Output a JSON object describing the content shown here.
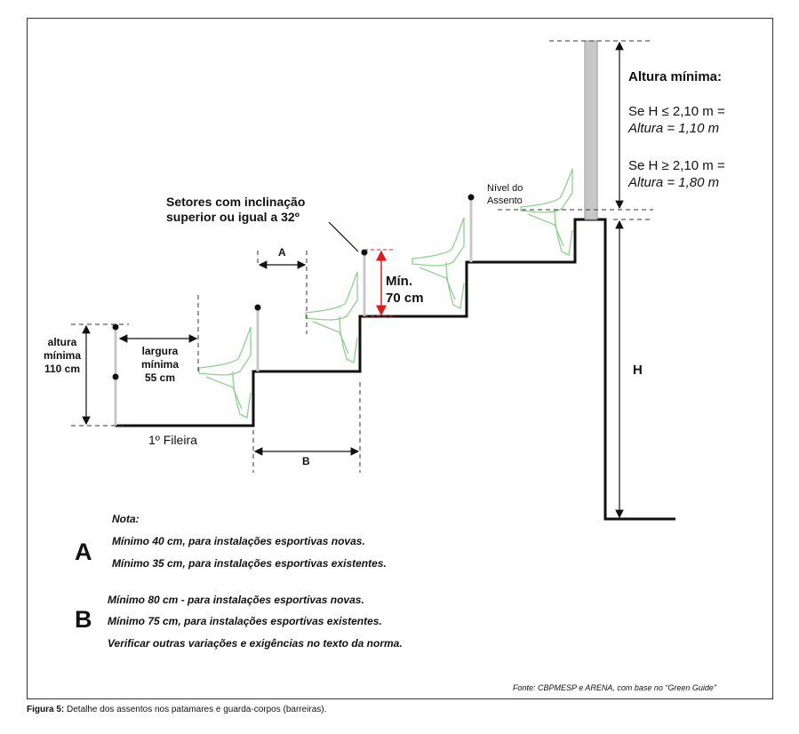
{
  "labels": {
    "altura_minima_heading": "Altura mínima:",
    "se_h_le": "Se H ≤ 2,10 m =",
    "altura_110": "Altura = 1,10 m",
    "se_h_ge": "Se H ≥ 2,10 m =",
    "altura_180": "Altura = 1,80 m",
    "nivel_line1": "Nível do",
    "nivel_line2": "Assento",
    "setores_line1": "Setores com inclinação",
    "setores_line2": "superior ou igual a 32º",
    "dim_a": "A",
    "min_line1": "Mín.",
    "min_line2": "70 cm",
    "altura_min_line1": "altura",
    "altura_min_line2": "mínima",
    "altura_min_line3": "110 cm",
    "largura_line1": "largura",
    "largura_line2": "mínima",
    "largura_line3": "55 cm",
    "h_label": "H",
    "primeira_fileira": "1º Fileira",
    "dim_b": "B"
  },
  "notes": {
    "nota_title": "Nota:",
    "letter_a": "A",
    "a_line1": "Mínimo 40 cm, para instalações esportivas novas.",
    "a_line2": "Mínimo 35 cm, para instalações esportivas existentes.",
    "letter_b": "B",
    "b_line1": "Mínimo 80 cm - para instalações esportivas novas.",
    "b_line2": "Mínimo 75 cm, para instalações esportivas existentes.",
    "b_line3": "Verificar outras variações e exigências no texto da norma."
  },
  "source": "Fonte: CBPMESP e ARENA, com base no “Green Guide”",
  "caption": {
    "label": "Figura 5:",
    "text": "Detalhe dos assentos nos patamares e guarda-corpos (barreiras)."
  },
  "colors": {
    "stairs": "#111111",
    "seat_outline": "#8fd08f",
    "red_dimension": "#d62020",
    "rail": "#c8c8c8"
  }
}
